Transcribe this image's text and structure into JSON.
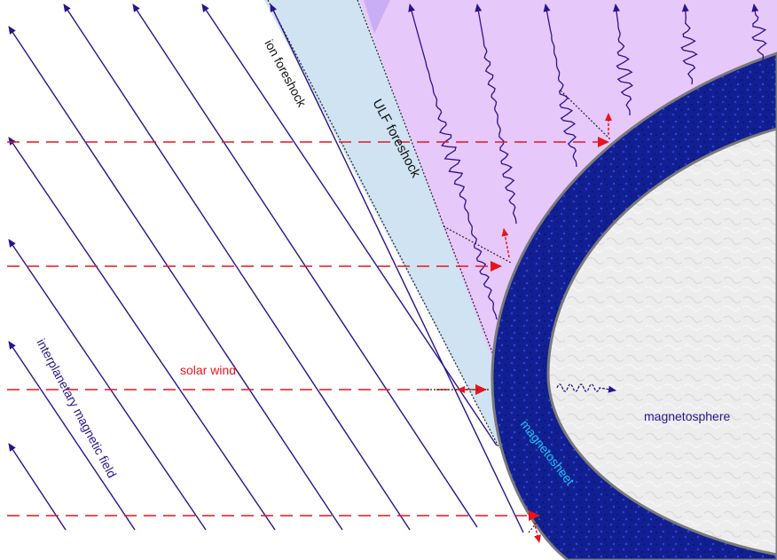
{
  "labels": {
    "ion_foreshock": "ion foreshock",
    "ulf_foreshock": "ULF foreshock",
    "solar_wind": "solar wind",
    "imf": "interplanetary magnetic field",
    "magnetosheet": "magnetosheet",
    "magnetosphere": "magnetosphere"
  },
  "colors": {
    "field_line": "#2a138c",
    "solar_wind": "#e8141c",
    "ion_foreshock_fill": "#cfe3f2",
    "ulf_foreshock_fill": "#e7c8fb",
    "magnetosheath": "#0f1d8f",
    "magnetosphere": "#ececec",
    "magnetosheet_label": "#19c7f0",
    "boundary": "#7a7a7a"
  }
}
